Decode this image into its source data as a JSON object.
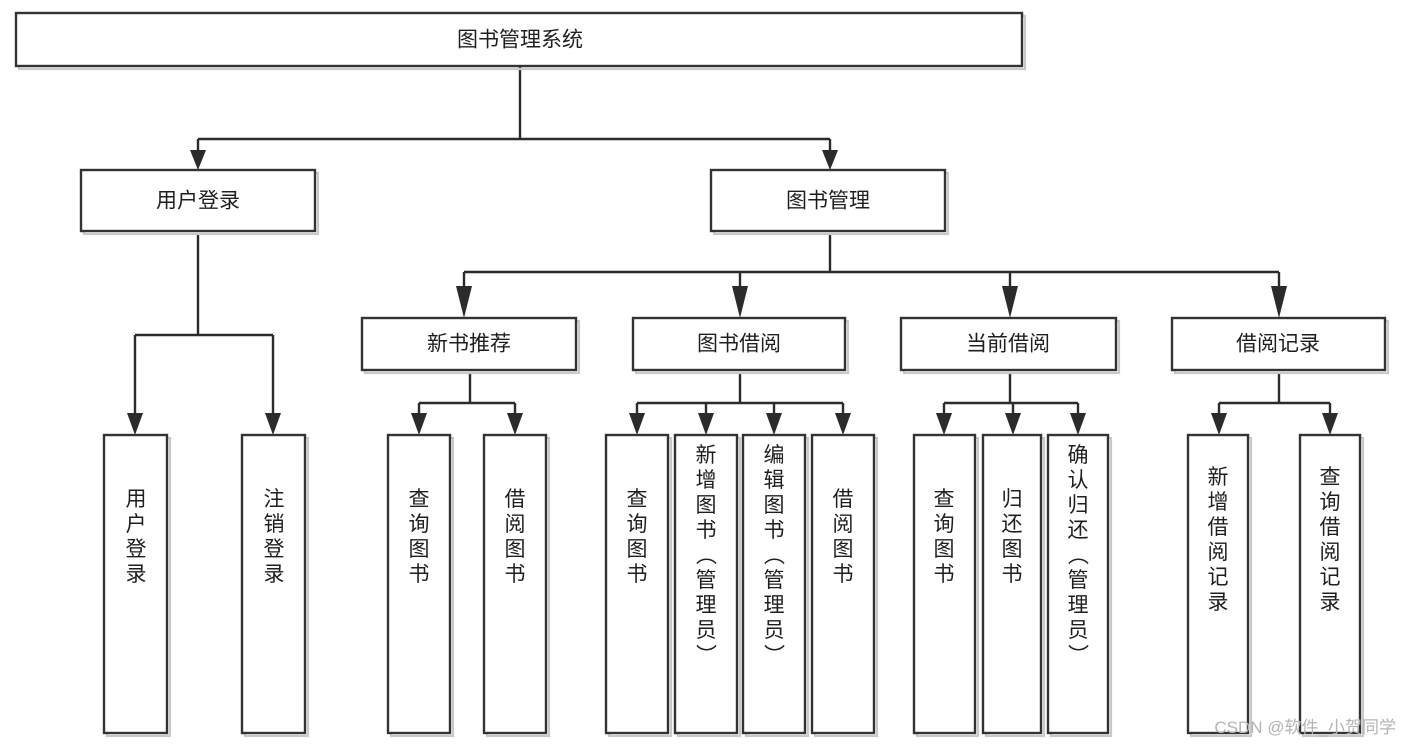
{
  "diagram": {
    "type": "tree",
    "title": "图书管理系统",
    "orientation": "top-down",
    "root": {
      "id": "root",
      "label": "图书管理系统",
      "orientation": "horizontal"
    },
    "level1": [
      {
        "id": "user-login",
        "label": "用户登录",
        "orientation": "horizontal"
      },
      {
        "id": "book-manage",
        "label": "图书管理",
        "orientation": "horizontal"
      }
    ],
    "level2": [
      {
        "id": "new-book-rec",
        "label": "新书推荐",
        "parent": "book-manage",
        "orientation": "horizontal"
      },
      {
        "id": "book-borrow",
        "label": "图书借阅",
        "parent": "book-manage",
        "orientation": "horizontal"
      },
      {
        "id": "current-borrow",
        "label": "当前借阅",
        "parent": "book-manage",
        "orientation": "horizontal"
      },
      {
        "id": "borrow-record",
        "label": "借阅记录",
        "parent": "book-manage",
        "orientation": "horizontal"
      }
    ],
    "leaves": [
      {
        "id": "leaf-user-login",
        "label": "用户登录",
        "parent": "user-login",
        "orientation": "vertical"
      },
      {
        "id": "leaf-user-logout",
        "label": "注销登录",
        "parent": "user-login",
        "orientation": "vertical"
      },
      {
        "id": "leaf-rec-query-book",
        "label": "查询图书",
        "parent": "new-book-rec",
        "orientation": "vertical"
      },
      {
        "id": "leaf-rec-borrow-book",
        "label": "借阅图书",
        "parent": "new-book-rec",
        "orientation": "vertical"
      },
      {
        "id": "leaf-borrow-query-book",
        "label": "查询图书",
        "parent": "book-borrow",
        "orientation": "vertical"
      },
      {
        "id": "leaf-borrow-add-book",
        "label": "新增图书（管理员）",
        "parent": "book-borrow",
        "orientation": "vertical"
      },
      {
        "id": "leaf-borrow-edit-book",
        "label": "编辑图书（管理员）",
        "parent": "book-borrow",
        "orientation": "vertical"
      },
      {
        "id": "leaf-borrow-borrow-book",
        "label": "借阅图书",
        "parent": "book-borrow",
        "orientation": "vertical"
      },
      {
        "id": "leaf-current-query-book",
        "label": "查询图书",
        "parent": "current-borrow",
        "orientation": "vertical"
      },
      {
        "id": "leaf-current-return-book",
        "label": "归还图书",
        "parent": "current-borrow",
        "orientation": "vertical"
      },
      {
        "id": "leaf-current-confirm-return",
        "label": "确认归还（管理员）",
        "parent": "current-borrow",
        "orientation": "vertical"
      },
      {
        "id": "leaf-record-add",
        "label": "新增借阅记录",
        "parent": "borrow-record",
        "orientation": "vertical"
      },
      {
        "id": "leaf-record-query",
        "label": "查询借阅记录",
        "parent": "borrow-record",
        "orientation": "vertical"
      }
    ]
  },
  "watermark": {
    "text": "CSDN @软件_小贺同学"
  },
  "colors": {
    "box_stroke": "#333333",
    "box_fill": "#ffffff",
    "edge": "#2b2b2b",
    "text": "#1f1f1f",
    "watermark": "#b4b4b4",
    "background": "#ffffff"
  }
}
